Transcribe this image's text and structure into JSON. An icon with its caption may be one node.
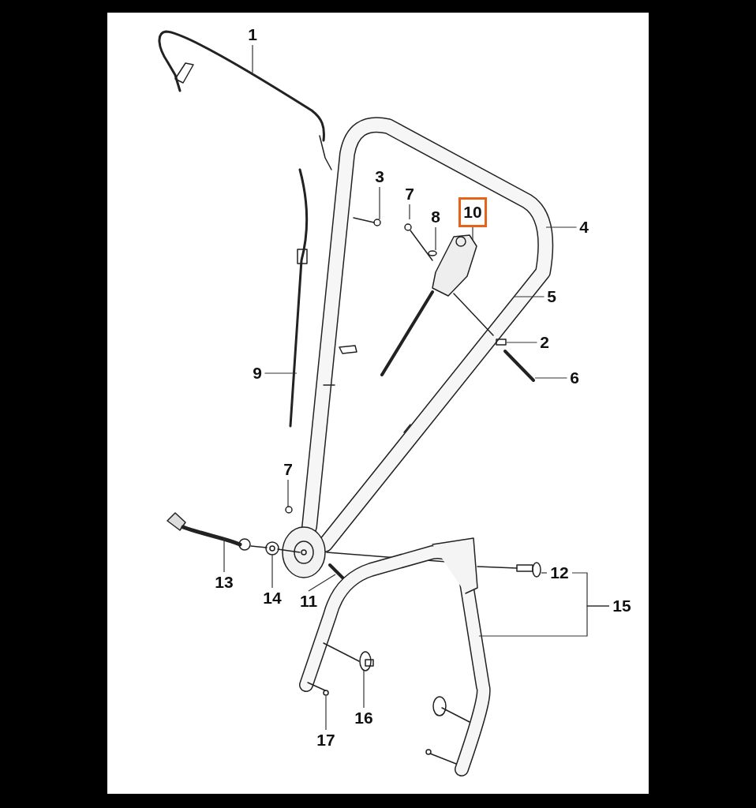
{
  "diagram": {
    "nodes": [
      {
        "text": [
          "1"
        ]
      },
      {
        "text": [
          "3"
        ]
      },
      {
        "text": [
          "7"
        ]
      },
      {
        "text": [
          "8"
        ]
      },
      {
        "text": [
          "10"
        ]
      },
      {
        "text": [
          "4"
        ]
      },
      {
        "text": [
          "5"
        ]
      },
      {
        "text": [
          "2"
        ]
      },
      {
        "text": [
          "9"
        ]
      },
      {
        "text": [
          "6"
        ]
      },
      {
        "text": [
          "7"
        ]
      },
      {
        "text": [
          "13"
        ]
      },
      {
        "text": [
          "14"
        ]
      },
      {
        "text": [
          "11"
        ]
      },
      {
        "text": [
          "12"
        ]
      },
      {
        "text": [
          "15"
        ]
      },
      {
        "text": [
          "16"
        ]
      },
      {
        "text": [
          "17"
        ]
      }
    ],
    "edges": [
      {
        "from": 0,
        "to": null,
        "arrow": "none"
      },
      {
        "from": 1,
        "to": null,
        "arrow": "none"
      },
      {
        "from": 2,
        "to": null,
        "arrow": "none"
      },
      {
        "from": 3,
        "to": null,
        "arrow": "none"
      },
      {
        "from": 4,
        "to": null,
        "arrow": "none"
      },
      {
        "from": 5,
        "to": null,
        "arrow": "none"
      },
      {
        "from": 6,
        "to": null,
        "arrow": "none"
      },
      {
        "from": 7,
        "to": null,
        "arrow": "none"
      },
      {
        "from": 8,
        "to": null,
        "arrow": "none"
      },
      {
        "from": 9,
        "to": null,
        "arrow": "none"
      },
      {
        "from": 10,
        "to": null,
        "arrow": "none"
      },
      {
        "from": 11,
        "to": null,
        "arrow": "none"
      },
      {
        "from": 12,
        "to": null,
        "arrow": "none"
      },
      {
        "from": 13,
        "to": null,
        "arrow": "none"
      },
      {
        "from": 14,
        "to": null,
        "arrow": "none"
      },
      {
        "from": 15,
        "to": 14,
        "arrow": "none"
      },
      {
        "from": 15,
        "to": null,
        "arrow": "none"
      },
      {
        "from": 16,
        "to": null,
        "arrow": "none"
      },
      {
        "from": 17,
        "to": null,
        "arrow": "none"
      }
    ]
  }
}
